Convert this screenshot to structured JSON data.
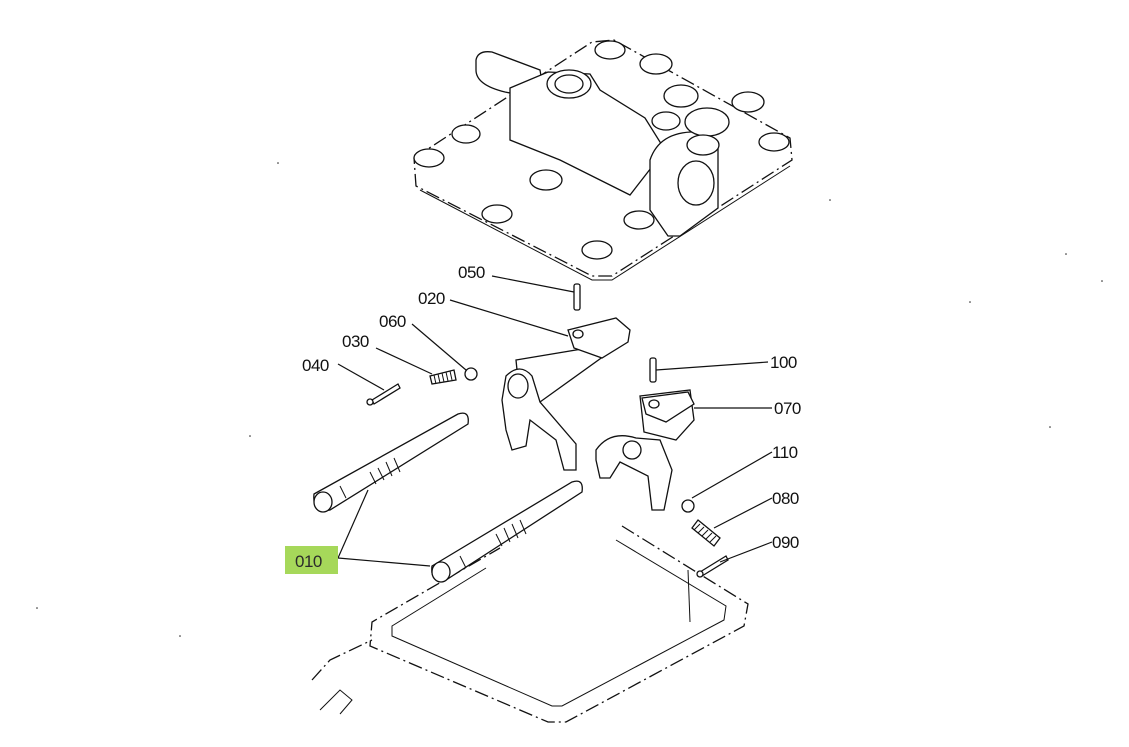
{
  "diagram": {
    "highlight_color": "#a6d85a",
    "highlighted_callout": "010",
    "callouts": [
      {
        "id": "c010",
        "label": "010"
      },
      {
        "id": "c020",
        "label": "020"
      },
      {
        "id": "c030",
        "label": "030"
      },
      {
        "id": "c040",
        "label": "040"
      },
      {
        "id": "c050",
        "label": "050"
      },
      {
        "id": "c060",
        "label": "060"
      },
      {
        "id": "c070",
        "label": "070"
      },
      {
        "id": "c080",
        "label": "080"
      },
      {
        "id": "c090",
        "label": "090"
      },
      {
        "id": "c100",
        "label": "100"
      },
      {
        "id": "c110",
        "label": "110"
      }
    ]
  }
}
